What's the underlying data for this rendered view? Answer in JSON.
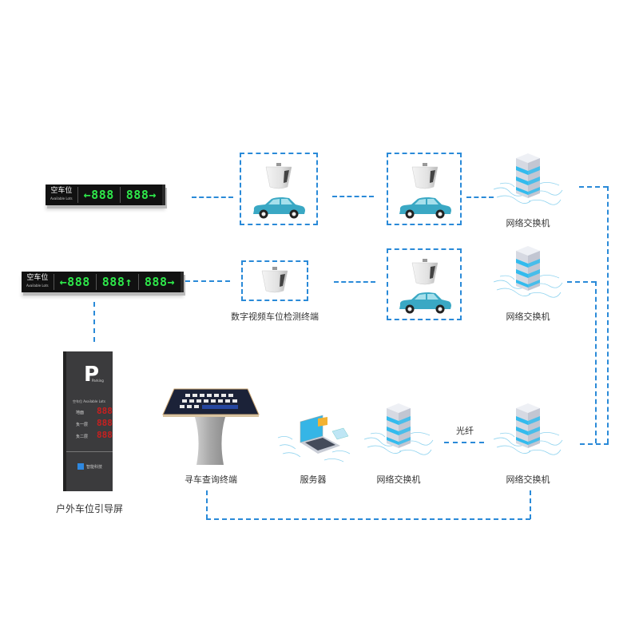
{
  "diagram": {
    "title": "",
    "colors": {
      "connector": "#2a8ad8",
      "led_green": "#2ee84a",
      "led_red": "#c82020",
      "server_blue": "#33bbee"
    },
    "signs": [
      {
        "id": "sign-top",
        "caption": "空车位",
        "caption_en": "Available Lots",
        "segments": [
          "←888",
          "888→"
        ]
      },
      {
        "id": "sign-mid",
        "caption": "空车位",
        "caption_en": "Available Lots",
        "segments": [
          "←888",
          "888↑",
          "888→"
        ]
      }
    ],
    "outdoor_screen": {
      "label": "户外车位引导屏",
      "letter": "P",
      "subtitle": "Parking",
      "heading": "空车位 Available Lots",
      "rows": [
        {
          "name": "地面",
          "value": "888"
        },
        {
          "name": "负一层",
          "value": "888"
        },
        {
          "name": "负二层",
          "value": "888"
        }
      ],
      "brand": "智能科技"
    },
    "detector_label": "数字视频车位检测终端",
    "switch_label": "网络交换机",
    "kiosk_label": "寻车查询终端",
    "server_label": "服务器",
    "fiber_label": "光纤",
    "switches": [
      {
        "label": "网络交换机"
      },
      {
        "label": "网络交换机"
      },
      {
        "label": "网络交换机"
      },
      {
        "label": "网络交换机"
      }
    ]
  }
}
